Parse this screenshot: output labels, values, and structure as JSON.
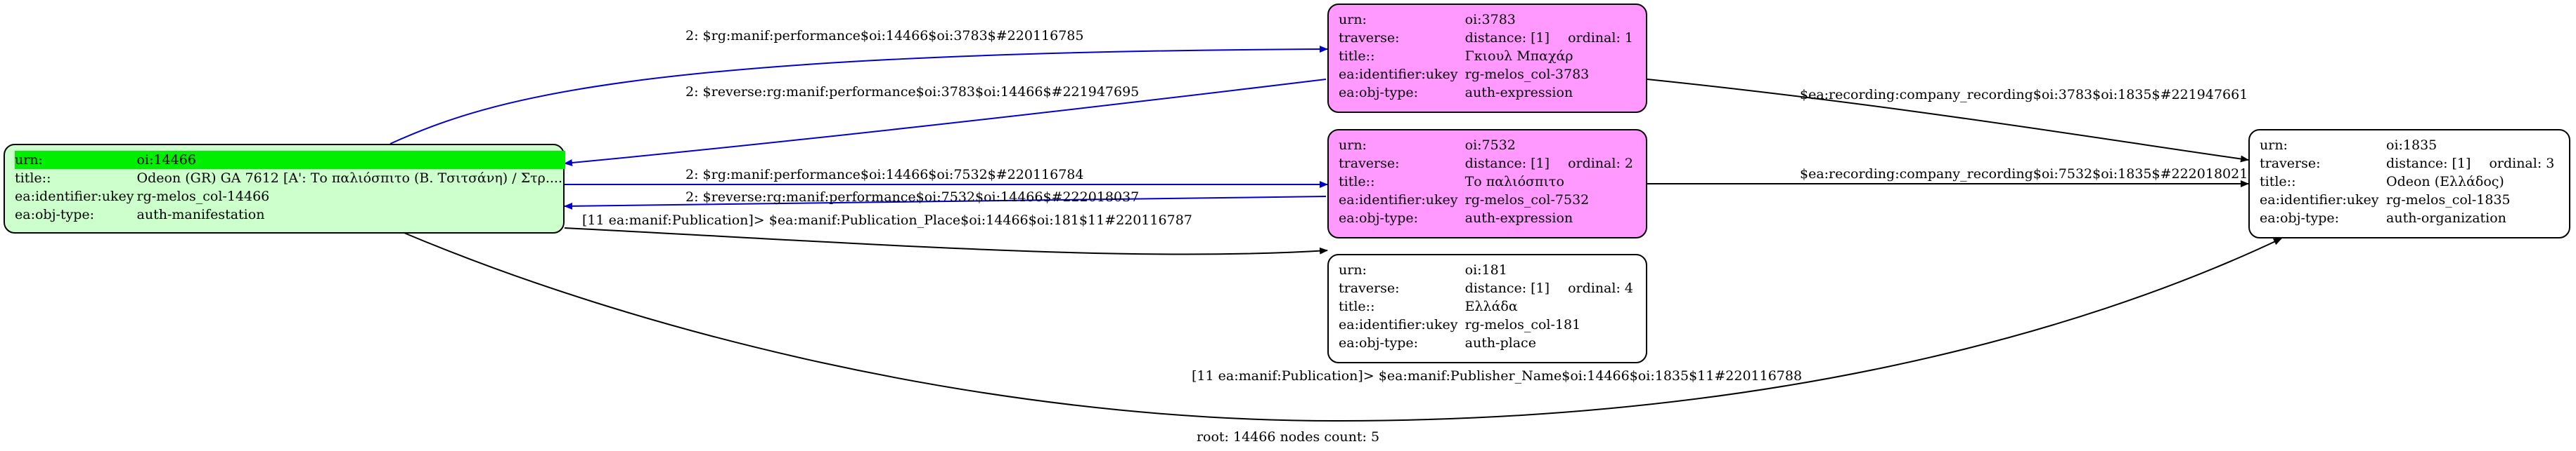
{
  "graph": {
    "footer": "root: 14466 nodes count: 5",
    "nodes": {
      "n14466": {
        "rows": [
          {
            "key": "urn:",
            "value": "oi:14466"
          },
          {
            "key": "title::",
            "value": "Odeon (GR) GA 7612 [Α': Το παλιόσπιτο (Β. Τσιτσάνη) / Στρ...."
          },
          {
            "key": "ea:identifier:ukey",
            "value": "rg-melos_col-14466"
          },
          {
            "key": "ea:obj-type:",
            "value": "auth-manifestation"
          }
        ]
      },
      "n3783": {
        "rows": [
          {
            "key": "urn:",
            "value": "oi:3783"
          },
          {
            "key": "traverse:",
            "value": "distance: [1]",
            "extra": "ordinal: 1"
          },
          {
            "key": "title::",
            "value": "Γκιουλ Μπαχάρ"
          },
          {
            "key": "ea:identifier:ukey",
            "value": "rg-melos_col-3783"
          },
          {
            "key": "ea:obj-type:",
            "value": "auth-expression"
          }
        ]
      },
      "n7532": {
        "rows": [
          {
            "key": "urn:",
            "value": "oi:7532"
          },
          {
            "key": "traverse:",
            "value": "distance: [1]",
            "extra": "ordinal: 2"
          },
          {
            "key": "title::",
            "value": "Το παλιόσπιτο"
          },
          {
            "key": "ea:identifier:ukey",
            "value": "rg-melos_col-7532"
          },
          {
            "key": "ea:obj-type:",
            "value": "auth-expression"
          }
        ]
      },
      "n181": {
        "rows": [
          {
            "key": "urn:",
            "value": "oi:181"
          },
          {
            "key": "traverse:",
            "value": "distance: [1]",
            "extra": "ordinal: 4"
          },
          {
            "key": "title::",
            "value": "Ελλάδα"
          },
          {
            "key": "ea:identifier:ukey",
            "value": "rg-melos_col-181"
          },
          {
            "key": "ea:obj-type:",
            "value": "auth-place"
          }
        ]
      },
      "n1835": {
        "rows": [
          {
            "key": "urn:",
            "value": "oi:1835"
          },
          {
            "key": "traverse:",
            "value": "distance: [1]",
            "extra": "ordinal: 3"
          },
          {
            "key": "title::",
            "value": "Odeon (Ελλάδος)"
          },
          {
            "key": "ea:identifier:ukey",
            "value": "rg-melos_col-1835"
          },
          {
            "key": "ea:obj-type:",
            "value": "auth-organization"
          }
        ]
      }
    },
    "edges": [
      {
        "id": "e1",
        "label": "2: $rg:manif:performance$oi:14466$oi:3783$#220116785"
      },
      {
        "id": "e2",
        "label": "2: $reverse:rg:manif:performance$oi:3783$oi:14466$#221947695"
      },
      {
        "id": "e3",
        "label": "2: $rg:manif:performance$oi:14466$oi:7532$#220116784"
      },
      {
        "id": "e4",
        "label": "2: $reverse:rg:manif:performance$oi:7532$oi:14466$#222018037"
      },
      {
        "id": "e5",
        "label": "[11 ea:manif:Publication]> $ea:manif:Publication_Place$oi:14466$oi:181$11#220116787"
      },
      {
        "id": "e6",
        "label": "[11 ea:manif:Publication]> $ea:manif:Publisher_Name$oi:14466$oi:1835$11#220116788"
      },
      {
        "id": "e7",
        "label": "$ea:recording:company_recording$oi:3783$oi:1835$#221947661"
      },
      {
        "id": "e8",
        "label": "$ea:recording:company_recording$oi:7532$oi:1835$#222018021"
      }
    ],
    "colors": {
      "manifestation_fill": "#ccffcc",
      "expression_fill": "#ff99ff",
      "highlight": "#00ee00",
      "performance_edge": "#0000cc",
      "default_edge": "#000000"
    }
  }
}
